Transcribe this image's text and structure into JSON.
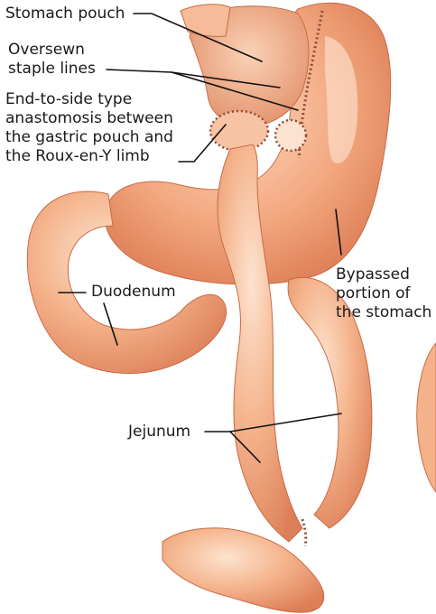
{
  "labels": {
    "stomach_pouch": "Stomach pouch",
    "staple_lines": "Oversewn\nstaple lines",
    "anastomosis": "End-to-side type\nanastomosis between\nthe gastric pouch and\nthe Roux-en-Y limb",
    "duodenum": "Duodenum",
    "bypassed": "Bypassed\nportion of\nthe stomach",
    "jejunum": "Jejunum"
  },
  "colors": {
    "tissue": "#f2a07a",
    "tissue_light": "#f8c9a8",
    "tissue_dark": "#d9774f",
    "staples": "#8a4a3a"
  }
}
